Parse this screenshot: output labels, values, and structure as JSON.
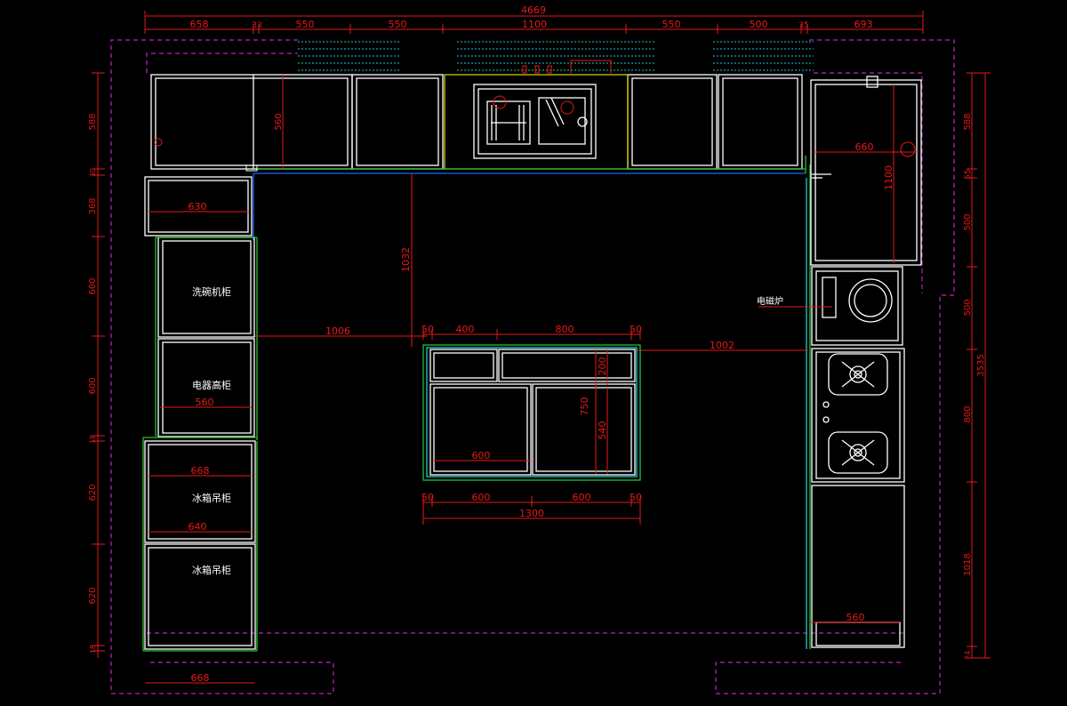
{
  "colors": {
    "background": "#000000",
    "cabinet_line": "#ffffff",
    "counter_green": "#22c22e",
    "dimension_red": "#e81818",
    "wall_magenta": "#c020c0",
    "window_cyan": "#22c8d8",
    "yellow": "#c8c800",
    "blue": "#2060ff"
  },
  "dims": {
    "top_total": "4669",
    "top_segments": [
      "658",
      "33",
      "550",
      "550",
      "1100",
      "550",
      "500",
      "35",
      "693"
    ],
    "left_segments": [
      "588",
      "30",
      "368",
      "600",
      "600",
      "18",
      "620",
      "620",
      "18"
    ],
    "right_inner": [
      "588",
      "55",
      "500",
      "500",
      "800",
      "1018",
      "74"
    ],
    "right_total": "3535",
    "wall_depth": "560",
    "left_cab_630": "630",
    "appliance_560": "560",
    "fridge_668": "668",
    "fridge_640": "640",
    "bottom_668": "668",
    "corner_660": "660",
    "corner_1100": "1100",
    "center_1032": "1032",
    "left_gap_1006": "1006",
    "right_gap_1002": "1002",
    "island_top": [
      "50",
      "400",
      "800",
      "50"
    ],
    "island_200": "200",
    "island_750": "750",
    "island_540": "540",
    "island_600_inner": "600",
    "island_bottom": [
      "50",
      "600",
      "600",
      "50"
    ],
    "island_total": "1300",
    "right_560": "560"
  },
  "labels": {
    "dishwasher_cabinet": "洗碗机柜",
    "appliance_tall_cabinet": "电器高柜",
    "fridge_cabinet_1": "冰箱吊柜",
    "fridge_cabinet_2": "冰箱吊柜",
    "induction_cooker": "电磁炉"
  }
}
